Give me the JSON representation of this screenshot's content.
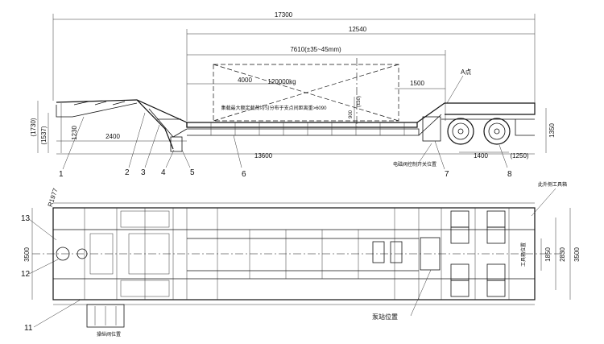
{
  "dimensions": {
    "overall_length": "17300",
    "deck_length": "12540",
    "load_length": "7610(±35~45mm)",
    "load_center_offset": "4000",
    "rear_offset": "1500",
    "height_left": "(1730)",
    "height_left_inner": "(1537)",
    "height_gooseneck": "1230",
    "gooseneck_length": "2400",
    "main_length": "13600",
    "deck_height_mark": "900",
    "deck_height_note": "(±30)",
    "axle_spacing": "1400",
    "wheel_dia": "(1250)",
    "height_right": "1350",
    "front_radius": "R1977",
    "total_width_left": "3500",
    "width_inner": "1850",
    "width_mid": "2830",
    "width_outer": "3500"
  },
  "annotations": {
    "load_capacity": "120000kg",
    "load_note": "集载最大额定载荷均匀分布于支点间距离重>6090",
    "point_a": "A点",
    "valve_label": "电磁阀控制开关位置",
    "pump_station": "泵站位置",
    "toolbox": "工具箱位置",
    "outer_toolbox": "此外侧工具箱",
    "control_position": "操纵阀位置"
  },
  "callouts": [
    "1",
    "2",
    "3",
    "4",
    "5",
    "6",
    "7",
    "8",
    "11",
    "12",
    "13"
  ]
}
